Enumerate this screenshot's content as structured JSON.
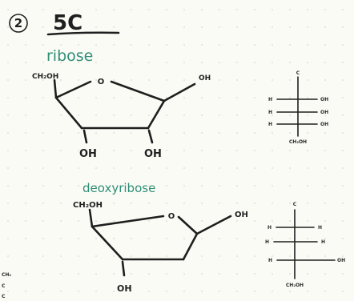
{
  "heading": {
    "number": "2",
    "label": "5C"
  },
  "ribose": {
    "name": "ribose",
    "ring_top": "CH₂OH",
    "ring_oxygen": "O",
    "right_group": "OH",
    "bottom_left": "OH",
    "bottom_right": "OH"
  },
  "deoxyribose": {
    "name": "deoxyribose",
    "ring_top": "CH₂OH",
    "ring_oxygen": "O",
    "right_group": "OH",
    "bottom_left": "OH"
  },
  "fischer_ribose": {
    "top": "C",
    "right_labels": [
      "OH",
      "OH",
      "OH"
    ],
    "left_labels": [
      "H",
      "H",
      "H"
    ],
    "bottom": "CH₂OH"
  },
  "fischer_deoxyribose": {
    "top": "C",
    "right_labels": [
      "H",
      "H",
      "OH"
    ],
    "left_labels": [
      "H",
      "H",
      "H"
    ],
    "bottom": "CH₂OH"
  },
  "margin_note": [
    "CH₂",
    "C",
    "C"
  ],
  "colors": {
    "ink": "#1f1f1f",
    "green_ink": "#2f8f77",
    "paper": "#fbfbf6"
  }
}
